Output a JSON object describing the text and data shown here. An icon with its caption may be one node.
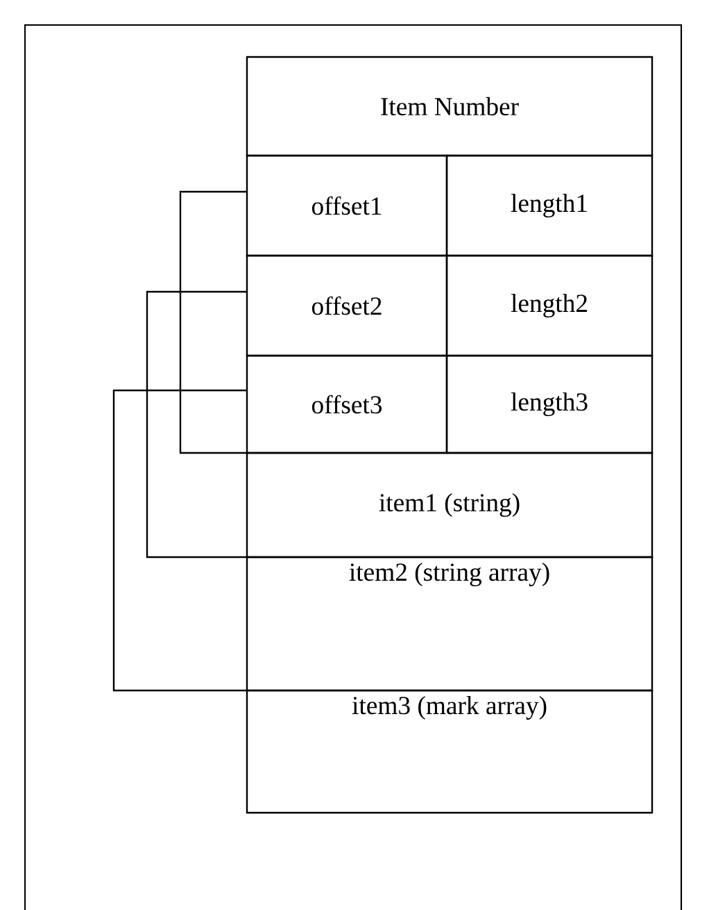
{
  "diagram": {
    "nodes": [
      {
        "text": [
          "Item Number"
        ]
      },
      {
        "text": [
          "offset1"
        ]
      },
      {
        "text": [
          "length1"
        ]
      },
      {
        "text": [
          "offset2"
        ]
      },
      {
        "text": [
          "length2"
        ]
      },
      {
        "text": [
          "offset3"
        ]
      },
      {
        "text": [
          "length3"
        ]
      },
      {
        "text": [
          "item1 (string)"
        ]
      },
      {
        "text": [
          "item2 (string array)"
        ]
      },
      {
        "text": [
          "item3 (mark array)"
        ]
      }
    ],
    "edges": [
      {
        "from": 1,
        "to": 7,
        "arrow": "none"
      },
      {
        "from": 3,
        "to": 8,
        "arrow": "none"
      },
      {
        "from": 5,
        "to": 9,
        "arrow": "none"
      }
    ]
  }
}
